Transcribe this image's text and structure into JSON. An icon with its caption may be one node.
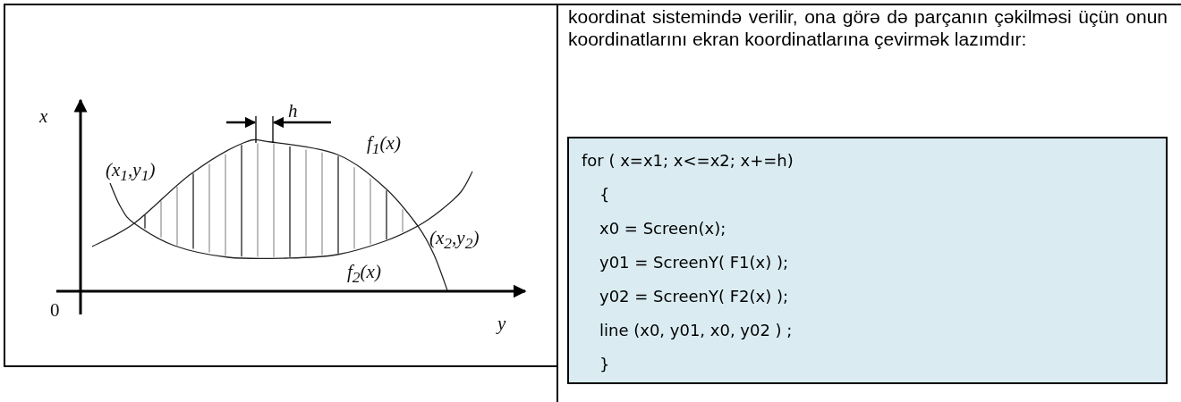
{
  "diagram": {
    "nodes": [
      {
        "text": [
          "for ( x=x1; x<=x2; x+=h)",
          "{",
          "x0 = Screen(x);",
          "y01 = ScreenY( F1(x) );",
          "y02 = ScreenY( F2(x) );",
          "line (x0, y01, x0, y02 ) ;",
          "}"
        ]
      }
    ],
    "edges": [],
    "labels": [
      "x",
      "h",
      "(x$_{1}$,y$_{1}$)",
      "f$_{1}$(x)",
      "(x$_{2}$,y$_{2}$)",
      "f$_{2}$(x)",
      "0",
      "y",
      "koordinat sistemində verilir, ona görə də parçanın çəkilməsi üçün onun koordinatlarını ekran koordinatlarına çevirmək lazımdır:"
    ]
  }
}
